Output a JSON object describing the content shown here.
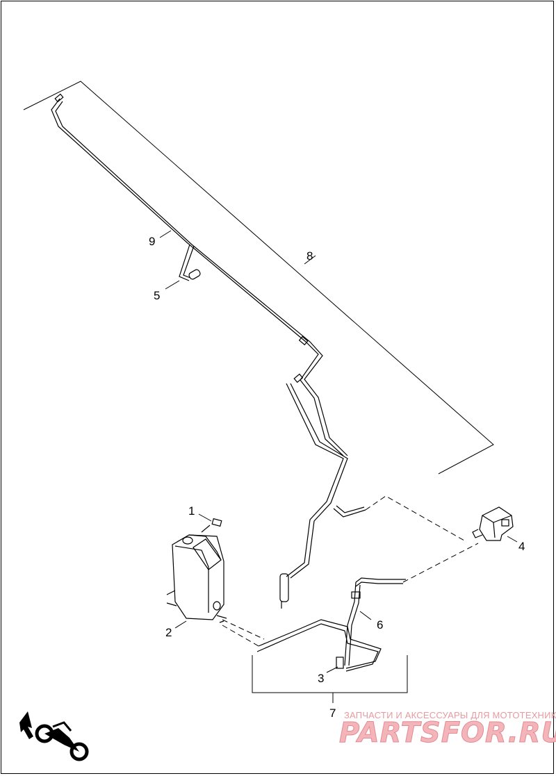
{
  "callouts": [
    "1",
    "2",
    "3",
    "4",
    "5",
    "6",
    "7",
    "8",
    "9"
  ],
  "watermark": {
    "caption": "ЗАПЧАСТИ И АКСЕССУАРЫ ДЛЯ МОТОТЕХНИКИ",
    "logo": "PARTSFOR.RU"
  },
  "icons": [
    "front-direction-arrow-icon",
    "motorcycle-icon"
  ],
  "colors": {
    "line": "#000000",
    "watermark": "#e79aa0"
  }
}
